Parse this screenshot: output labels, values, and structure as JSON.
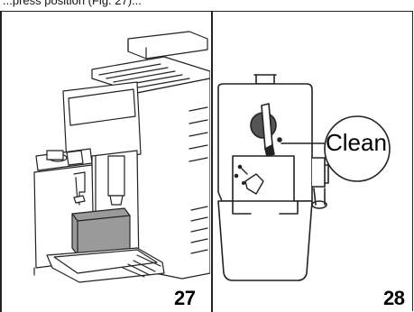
{
  "header": {
    "cut_text": "...press position (Fig. 27)..."
  },
  "figures": {
    "left": {
      "number": "27"
    },
    "right": {
      "number": "28",
      "label": "Clean"
    }
  },
  "colors": {
    "line": "#222222",
    "container_fill": "#9a9a9a",
    "background": "#ffffff"
  }
}
